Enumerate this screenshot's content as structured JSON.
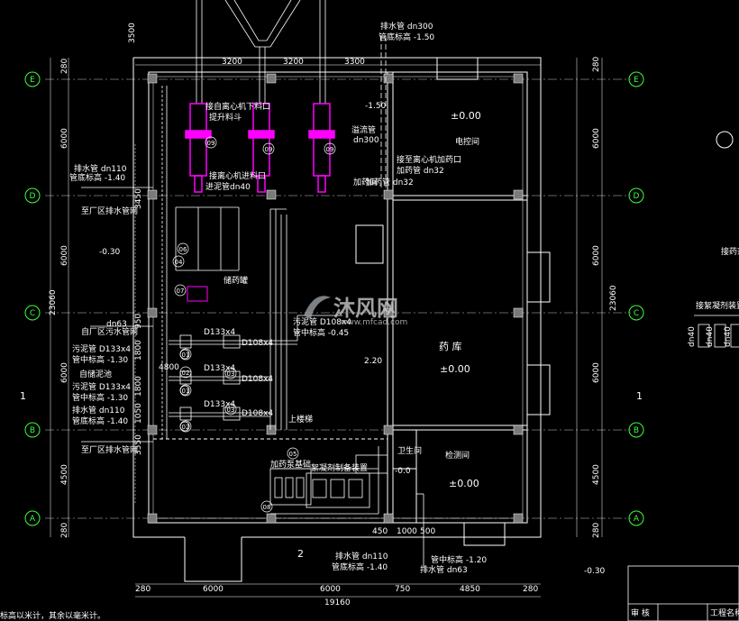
{
  "grid_axes": {
    "rows": [
      "E",
      "D",
      "C",
      "B",
      "A"
    ]
  },
  "dimensions": {
    "top": [
      "3200",
      "3200",
      "3300",
      "3500"
    ],
    "left": [
      "280",
      "6000",
      "3450",
      "6000",
      "950",
      "1800",
      "1800",
      "6000",
      "1050",
      "3550",
      "4500",
      "280"
    ],
    "left_total": "23060",
    "right": [
      "280",
      "6000",
      "6000",
      "6000",
      "4500",
      "280"
    ],
    "right_total": "23060",
    "bottom": [
      "280",
      "6000",
      "6000",
      "750",
      "4850",
      "280"
    ],
    "bottom_total": "19160",
    "bottom_small": [
      "450",
      "1000",
      "500"
    ],
    "mid": [
      "4800"
    ]
  },
  "rooms": {
    "control_room": "电控间",
    "storage": "药 库",
    "lab": "检测间",
    "toilet": "卫生间",
    "dosing": "加药间",
    "level_control": "±0.00",
    "level_storage": "±0.00",
    "level_lab": "±0.00",
    "level_toilet": "-0.0",
    "level_stair": "2.20",
    "level_outside_left": "-0.30",
    "level_outside_right": "-0.30",
    "stair_note": "上楼梯"
  },
  "labels": {
    "drain_top": "排水管 dn300",
    "drain_top_elev": "管底标高 -1.50",
    "drain_top_elev2": "-1.50",
    "from_centrifuge": "接自离心机下料口",
    "hopper": "提升料斗",
    "to_centrifuge_dosing": "接至离心机加药口",
    "dosing_pipe": "加药管 dn32",
    "dosing_pipe2": "加药管 dn32",
    "overflow": "溢流管",
    "overflow_size": "dn300",
    "to_centrifuge_feed": "接离心机进料口",
    "feed_size": "进泥管dn40",
    "drain_left": "排水管 dn110",
    "drain_left_elev": "管底标高 -1.40",
    "to_plant_sewer": "至厂区排水管网",
    "to_plant_sewer2": "至厂区排水管网",
    "from_plant_drain": "自厂区污水管网",
    "dn63": "dn63",
    "sludge_pipe_1": "污泥管 D133x4",
    "sludge_pipe_1_elev": "管中标高 -1.30",
    "sludge_pool": "自储泥池",
    "sludge_pipe_2": "污泥管 D133x4",
    "sludge_pipe_2_elev": "管中标高 -1.30",
    "drain_dn110": "排水管 dn110",
    "drain_dn110_elev": "管底标高 -1.40",
    "d133_a": "D133x4",
    "d133_b": "D133x4",
    "d133_c": "D133x4",
    "d108_a": "D108x4",
    "d108_b": "D108x4",
    "d108_c": "D108x4",
    "sludge_right": "污泥管 D108x4",
    "sludge_right_elev": "管中标高 -0.45",
    "drain_bottom": "排水管 dn110",
    "drain_bottom_elev": "管底标高 -1.40",
    "drain_dn63": "排水管 dn63",
    "drain_dn63_elev": "管中标高 -1.20",
    "dosing_equipment": "加药泵基础",
    "dosing_platform": "絮凝剂制备装置",
    "tank_label": "储药罐",
    "right_connect": "接药剂",
    "right_connect2": "接絮凝剂装置进",
    "dn40a": "dn40",
    "dn40b": "dn40",
    "dn40c": "dn40",
    "section_1": "1",
    "section_1b": "1",
    "section_2": "2",
    "note_bottom": "标高以米计，其余以毫米计。"
  },
  "markers": {
    "m07": "07",
    "m06": "06",
    "m05": "05",
    "m08": "08",
    "m09a": "09",
    "m09b": "09",
    "m09c": "09",
    "m01a": "01",
    "m01b": "01",
    "m02a": "02",
    "m03a": "03",
    "m03b": "03",
    "m02b": "02",
    "m04": "04"
  },
  "title_block": {
    "review": "审 核",
    "project": "工程名称"
  },
  "watermark": {
    "brand": "沐风网",
    "url": "www.mfcad.com"
  },
  "colors": {
    "background": "#000000",
    "lines": "#ffffff",
    "grid_axis": "#3cff3c",
    "centrifuge": "#ff00ff",
    "column": "#7a7a7a"
  }
}
